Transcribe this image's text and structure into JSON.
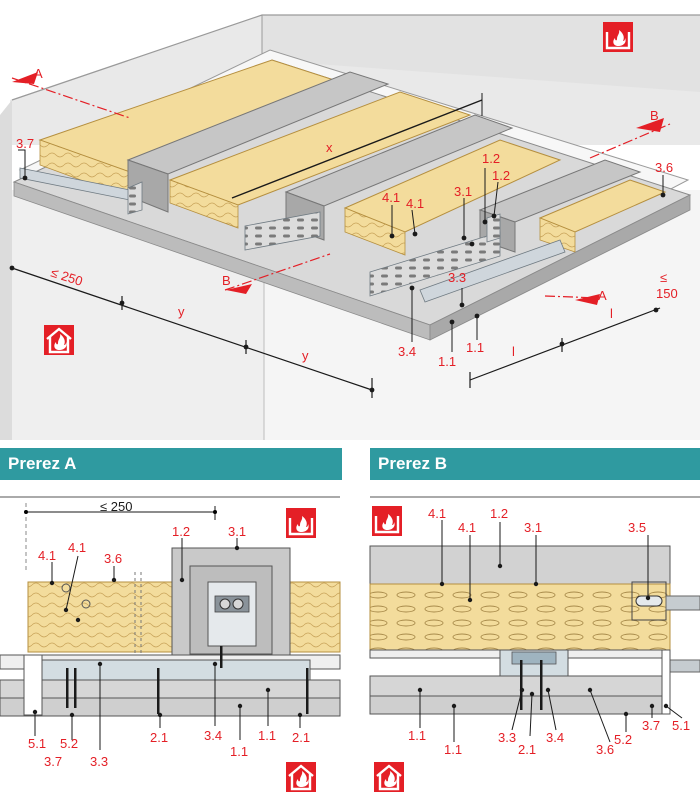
{
  "panels": {
    "a_title": "Prerez A",
    "b_title": "Prerez B"
  },
  "colors": {
    "accent_red": "#e41f26",
    "header_teal": "#2f9aa0",
    "mineral_wool": "#f3dc9c",
    "board_gray": "#c9c9c9",
    "profile_gray": "#9a9a9a"
  },
  "icons": [
    "fire-down-icon",
    "fire-up-icon"
  ],
  "iso": {
    "section_a": "A",
    "section_b": "B",
    "max_250": "≤ 250",
    "max_150": "≤\n150",
    "dim_x": "x",
    "dim_y": "y",
    "dim_l": "l",
    "c_3_7": "3.7",
    "c_3_6": "3.6",
    "c_1_2": "1.2",
    "c_4_1": "4.1",
    "c_3_1": "3.1",
    "c_3_3": "3.3",
    "c_3_4": "3.4",
    "c_1_1": "1.1"
  },
  "section_a": {
    "max_250": "≤ 250",
    "c_4_1": "4.1",
    "c_3_6": "3.6",
    "c_1_2": "1.2",
    "c_3_1": "3.1",
    "c_5_1": "5.1",
    "c_5_2": "5.2",
    "c_3_7": "3.7",
    "c_3_3": "3.3",
    "c_2_1": "2.1",
    "c_3_4": "3.4",
    "c_1_1": "1.1"
  },
  "section_b": {
    "c_4_1": "4.1",
    "c_1_2": "1.2",
    "c_3_1": "3.1",
    "c_3_5": "3.5",
    "c_1_1": "1.1",
    "c_3_3": "3.3",
    "c_2_1": "2.1",
    "c_3_4": "3.4",
    "c_3_6": "3.6",
    "c_5_2": "5.2",
    "c_3_7": "3.7",
    "c_5_1": "5.1"
  }
}
